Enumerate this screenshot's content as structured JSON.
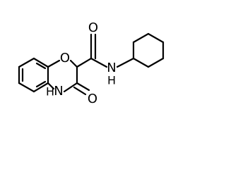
{
  "diagram": {
    "atoms": {
      "ring_oxygen": "O",
      "carbonyl_oxygen_amide": "O",
      "amide_nitrogen": "N",
      "amide_hydrogen": "H",
      "ring_nitrogen_hydrogen": "H",
      "ring_nitrogen": "N",
      "ring_carbonyl_oxygen": "O"
    },
    "colors": {
      "bond": "#000000",
      "background": "#ffffff"
    }
  }
}
